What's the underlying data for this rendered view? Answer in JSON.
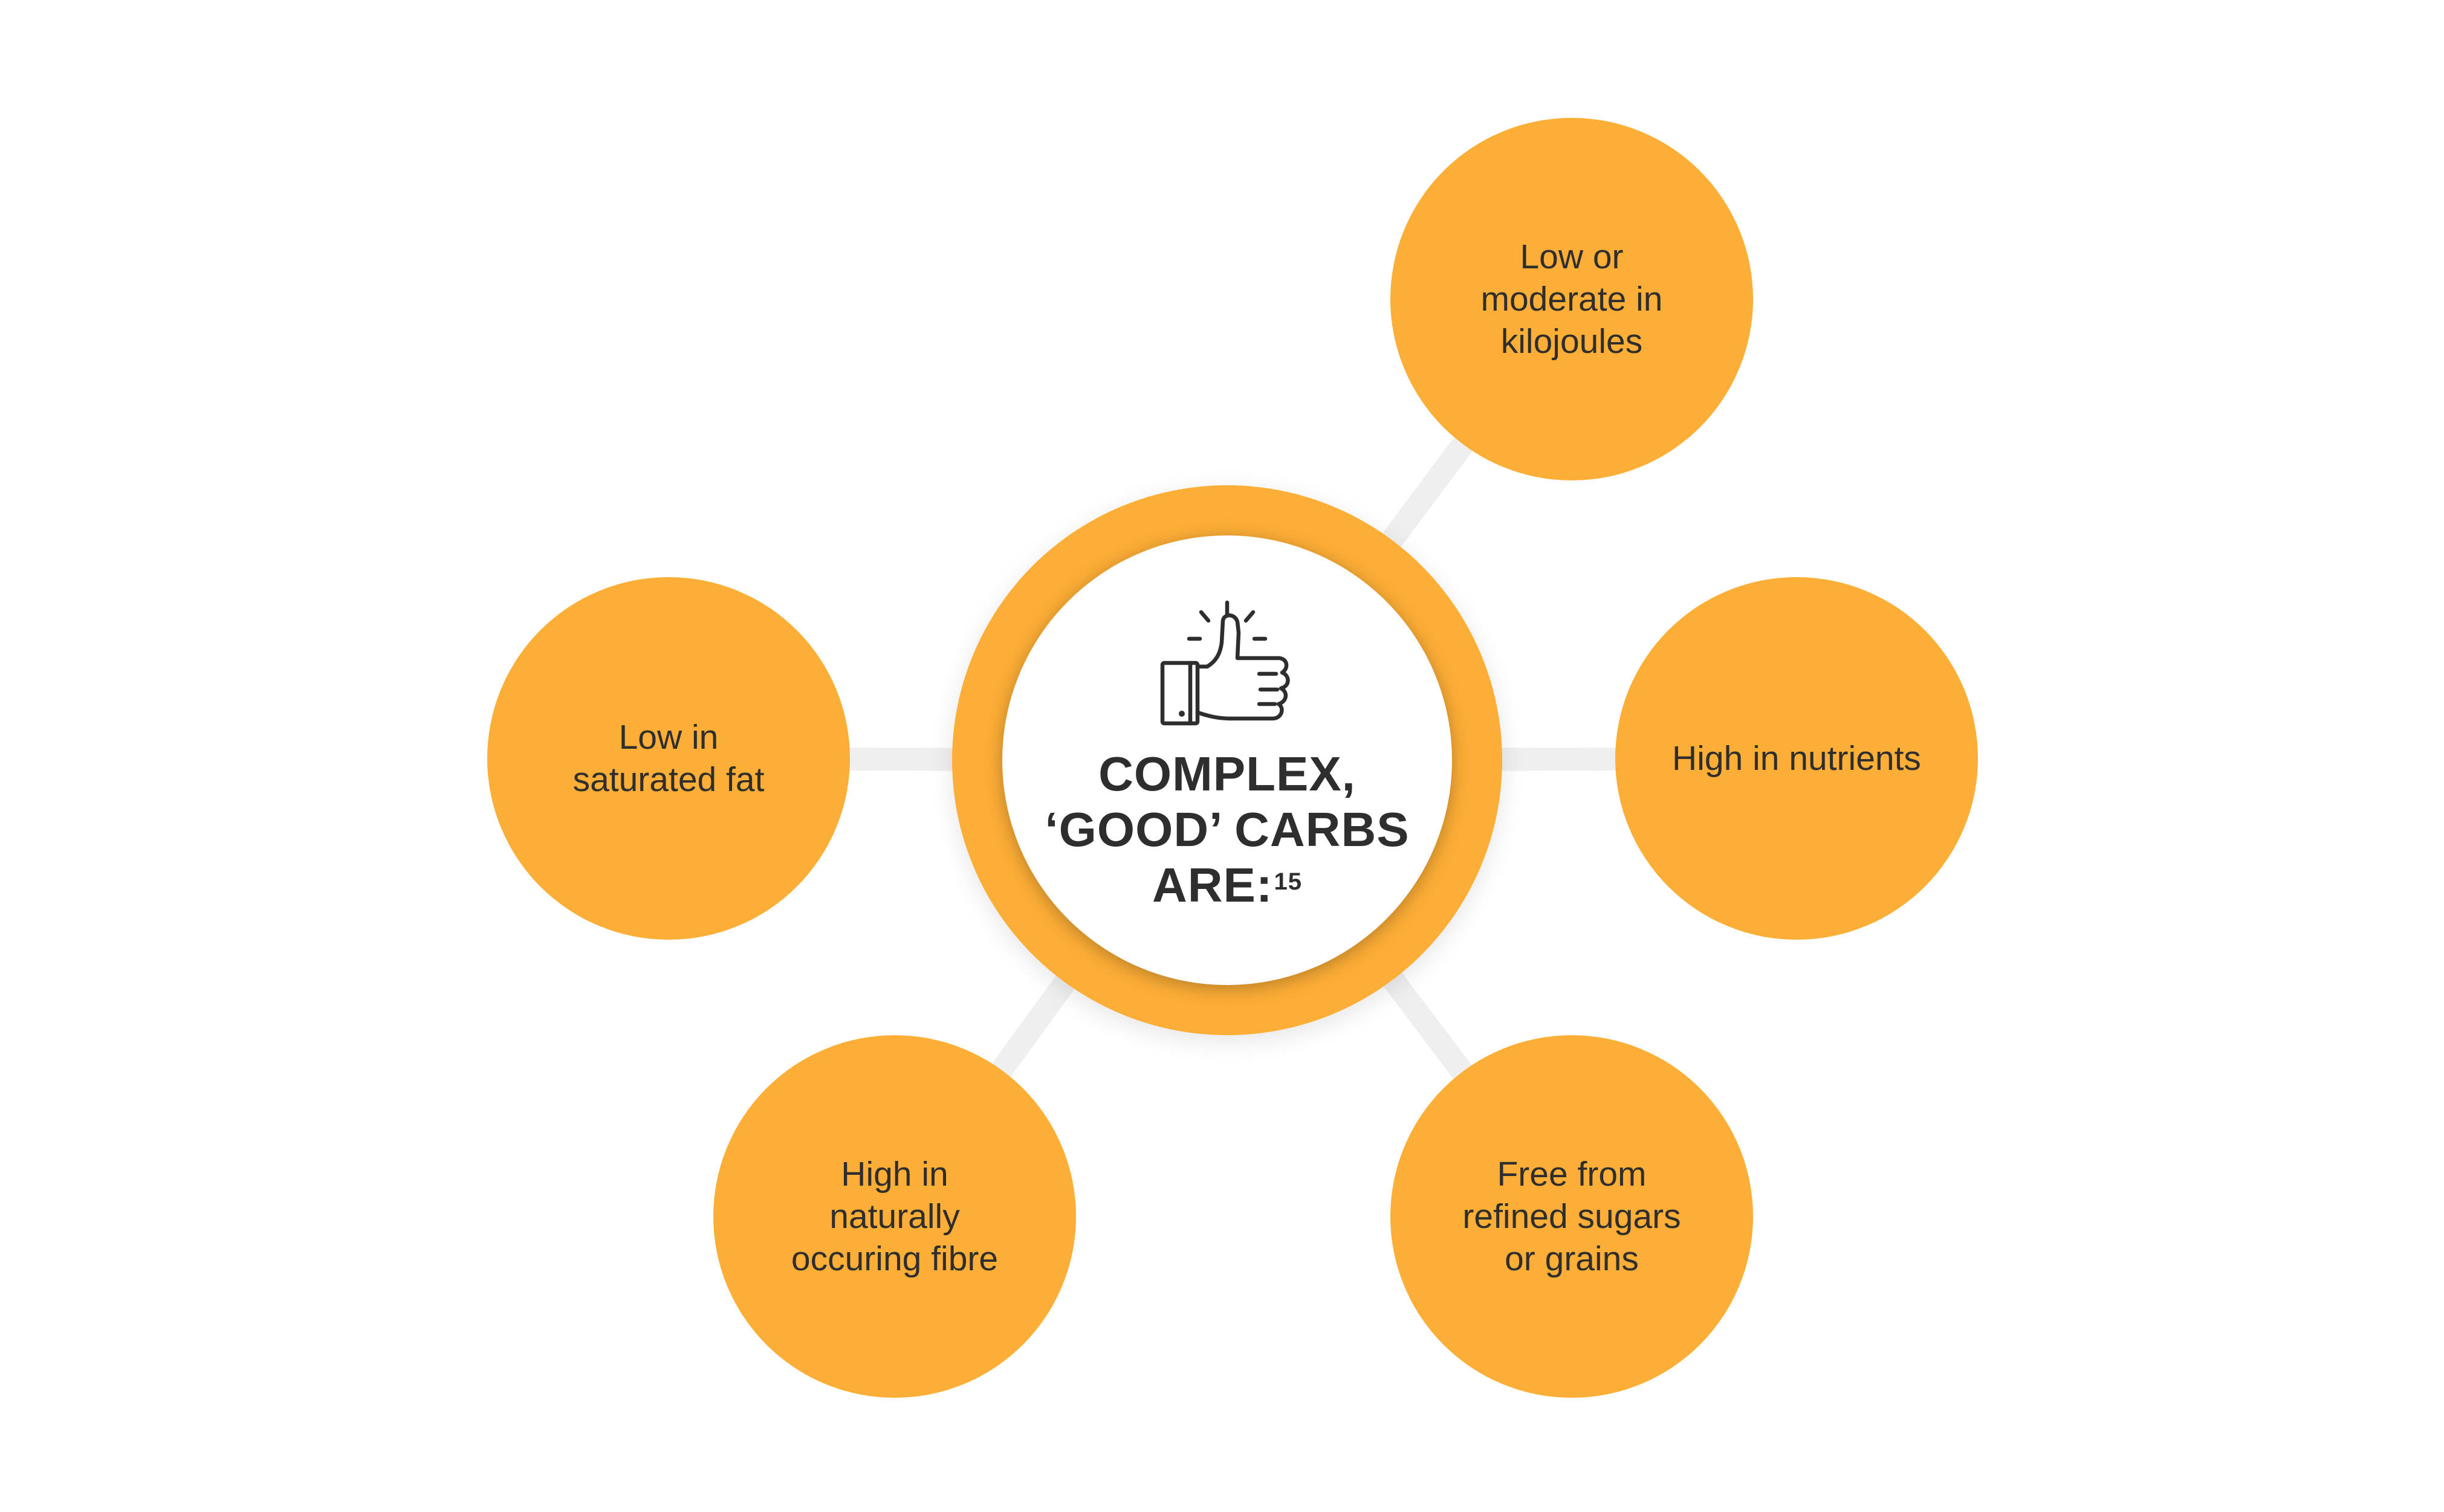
{
  "colors": {
    "accent": "#fdae36",
    "connector": "#efefef",
    "text": "#2e2e2e",
    "hub_center": "#ffffff"
  },
  "hub": {
    "icon": "thumbs-up-icon",
    "title_lines": [
      "COMPLEX,",
      "‘GOOD’ CARBS",
      "ARE:"
    ],
    "footnote": "15"
  },
  "nodes": [
    {
      "id": "kilojoules",
      "lines": [
        "Low or",
        "moderate in",
        "kilojoules"
      ]
    },
    {
      "id": "nutrients",
      "lines": [
        "High in nutrients"
      ]
    },
    {
      "id": "refined-sugars",
      "lines": [
        "Free from",
        "refined sugars",
        "or grains"
      ]
    },
    {
      "id": "fibre",
      "lines": [
        "High in",
        "naturally",
        "occuring fibre"
      ]
    },
    {
      "id": "saturated-fat",
      "lines": [
        "Low in",
        "saturated fat"
      ]
    }
  ]
}
